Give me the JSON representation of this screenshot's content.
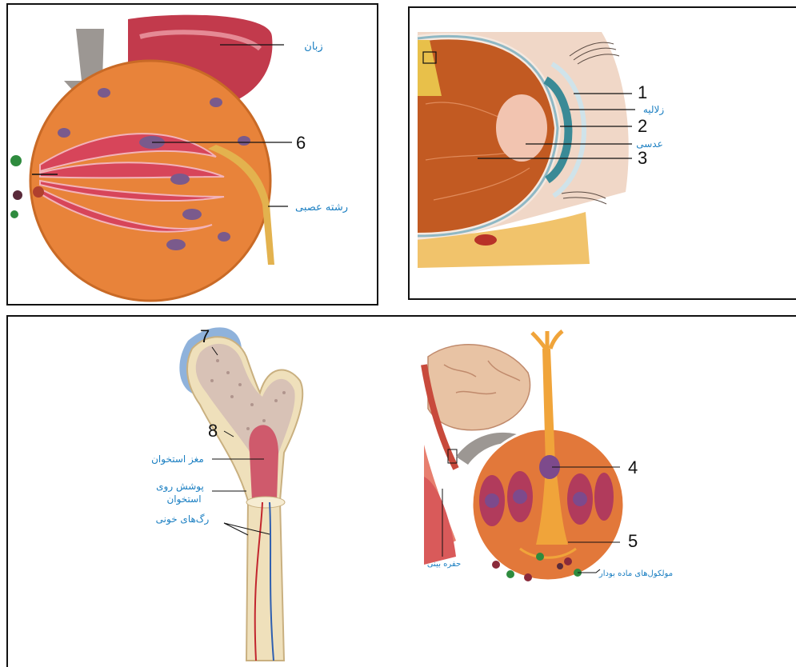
{
  "taste_panel": {
    "label_tongue": "زبان",
    "label_number": "6",
    "label_nerve": "رشته عصبی"
  },
  "eye_panel": {
    "label_1": "1",
    "label_cornea": "زلالیه",
    "label_2": "2",
    "label_lens": "عدسی",
    "label_3": "3"
  },
  "bone_panel": {
    "label_7": "7",
    "label_8": "8",
    "label_marrow": "مغز استخوان",
    "label_periosteum_1": "پوشش روی",
    "label_periosteum_2": "استخوان",
    "label_vessels": "رگ‌های خونی"
  },
  "smell_panel": {
    "label_4": "4",
    "label_5": "5",
    "label_cavity": "حفره بینی",
    "label_molecules": "مولکول‌های ماده بودار"
  },
  "colors": {
    "label_blue": "#1b7fc2",
    "tissue_orange": "#e8833a",
    "muscle_red": "#d7455a",
    "bone_beige": "#efe0bb"
  }
}
